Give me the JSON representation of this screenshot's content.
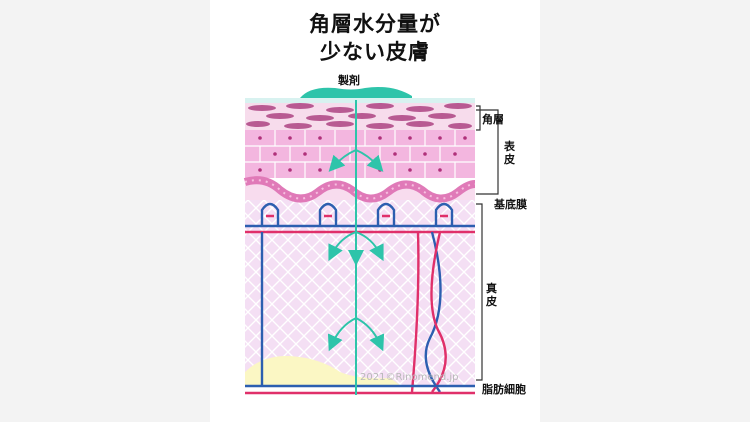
{
  "title": {
    "line1": "角層水分量が",
    "line2": "少ない皮膚"
  },
  "labels": {
    "product": "製剤",
    "stratum_corneum": "角層",
    "epidermis": "表皮",
    "basement_membrane": "基底膜",
    "dermis": "真皮",
    "subcutaneous_fat": "脂肪細胞"
  },
  "watermark": "2021©Rinomend.jp",
  "colors": {
    "teal": "#2ec4aa",
    "pink_dark": "#b04a8a",
    "pink_cells": "#f0b8de",
    "dermis": "#f4dff4",
    "fat": "#fbf7c4",
    "blood_red": "#e0306a",
    "blood_blue": "#2c5fb0"
  }
}
